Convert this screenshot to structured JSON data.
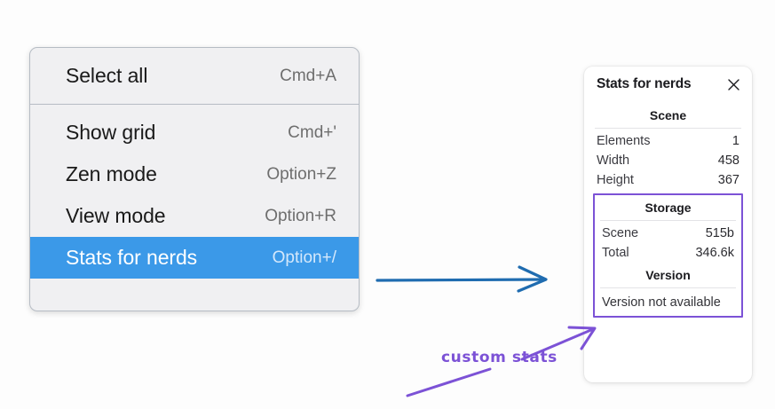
{
  "menu": {
    "groups": [
      {
        "items": [
          {
            "label": "Select all",
            "shortcut": "Cmd+A",
            "selected": false
          }
        ]
      },
      {
        "items": [
          {
            "label": "Show grid",
            "shortcut": "Cmd+'",
            "selected": false
          },
          {
            "label": "Zen mode",
            "shortcut": "Option+Z",
            "selected": false
          },
          {
            "label": "View mode",
            "shortcut": "Option+R",
            "selected": false
          },
          {
            "label": "Stats for nerds",
            "shortcut": "Option+/",
            "selected": true
          }
        ]
      }
    ],
    "items": [
      {
        "label": "Select all",
        "shortcut": "Cmd+A"
      },
      {
        "label": "Show grid",
        "shortcut": "Cmd+'"
      },
      {
        "label": "Zen mode",
        "shortcut": "Option+Z"
      },
      {
        "label": "View mode",
        "shortcut": "Option+R"
      },
      {
        "label": "Stats for nerds",
        "shortcut": "Option+/"
      }
    ]
  },
  "stats_panel": {
    "title": "Stats for nerds",
    "close_icon": "close-icon",
    "scene": {
      "heading": "Scene",
      "rows": [
        {
          "key": "Elements",
          "value": "1"
        },
        {
          "key": "Width",
          "value": "458"
        },
        {
          "key": "Height",
          "value": "367"
        }
      ]
    },
    "storage": {
      "heading": "Storage",
      "rows": [
        {
          "key": "Scene",
          "value": "515b"
        },
        {
          "key": "Total",
          "value": "346.6k"
        }
      ]
    },
    "version": {
      "heading": "Version",
      "note": "Version not available"
    }
  },
  "annotations": {
    "custom_stats_label": "custom stats",
    "blue_arrow": "arrow-right-icon",
    "purple_arrow": "arrow-up-right-icon",
    "purple_underline": "underline-stroke-icon"
  },
  "colors": {
    "menu_highlight": "#3b99e8",
    "menu_background": "#f0f0f2",
    "menu_border": "#b6bcc4",
    "annotation_purple": "#7c52d6",
    "annotation_blue": "#1f6cb0",
    "panel_background": "#ffffff"
  }
}
